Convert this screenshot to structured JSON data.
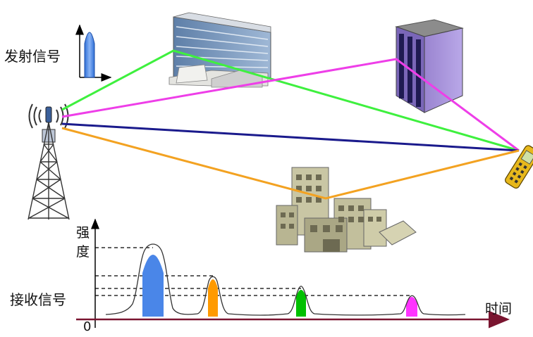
{
  "labels": {
    "transmit_signal": "发射信号",
    "strength_line1": "强",
    "strength_line2": "度",
    "received_signal": "接收信号",
    "time": "时间",
    "origin": "0"
  },
  "paths": [
    {
      "name": "green",
      "color": "#3ef03e"
    },
    {
      "name": "magenta",
      "color": "#ee3ee8"
    },
    {
      "name": "navy",
      "color": "#1a1a8c"
    },
    {
      "name": "orange",
      "color": "#f3a221"
    }
  ],
  "received_pulses": [
    {
      "color": "#4a86e8"
    },
    {
      "color": "#ff9a00"
    },
    {
      "color": "#00c000"
    },
    {
      "color": "#ff33ff"
    }
  ],
  "colors": {
    "axis_dark_red": "#7a1530",
    "transmit_pulse": "#4a86e8"
  }
}
